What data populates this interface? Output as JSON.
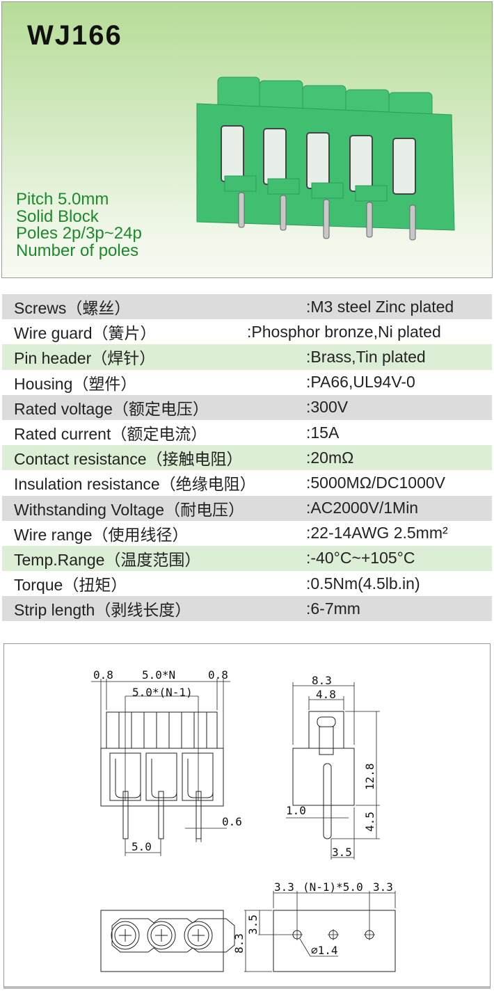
{
  "header": {
    "model": "WJ166",
    "features": [
      "Pitch 5.0mm",
      "Solid Block",
      "Poles  2p/3p~24p",
      "Number of poles"
    ]
  },
  "colors": {
    "feature_text": "#1b8a2a",
    "housing_green": "#3fbf6f",
    "row_gray": "#dcdcdc",
    "row_green": "#ddeed6"
  },
  "specs": [
    {
      "label": "Screws（螺丝）",
      "value": ":M3 steel Zinc plated"
    },
    {
      "label": "Wire guard（簧片）",
      "value": ":Phosphor bronze,Ni plated"
    },
    {
      "label": "Pin header（焊针）",
      "value": ":Brass,Tin plated"
    },
    {
      "label": "Housing（塑件）",
      "value": ":PA66,UL94V-0"
    },
    {
      "label": "Rated voltage（额定电压）",
      "value": ":300V"
    },
    {
      "label": "Rated current（额定电流）",
      "value": ":15A"
    },
    {
      "label": "Contact resistance（接触电阻）",
      "value": ":20mΩ"
    },
    {
      "label": "Insulation resistance（绝缘电阻）",
      "value": ":5000MΩ/DC1000V"
    },
    {
      "label": "Withstanding Voltage（耐电压）",
      "value": ":AC2000V/1Min"
    },
    {
      "label": "Wire range（使用线径）",
      "value": ":22-14AWG  2.5mm²"
    },
    {
      "label": "Temp.Range（温度范围）",
      "value": ":-40°C~+105°C"
    },
    {
      "label": "Torque（扭矩）",
      "value": ":0.5Nm(4.5lb.in)"
    },
    {
      "label": "Strip length（剥线长度）",
      "value": ":6-7mm"
    }
  ],
  "dims": {
    "front": {
      "edge_left": "0.8",
      "total": "5.0*N",
      "edge_right": "0.8",
      "span": "5.0*(N-1)",
      "pitch": "5.0",
      "pin": "0.6"
    },
    "side": {
      "width": "8.3",
      "top_width": "4.8",
      "height": "12.8",
      "pin_len": "4.5",
      "pin_w": "1.0",
      "pin_pos": "3.5"
    },
    "bottom": {
      "edge_left": "3.3",
      "span": "(N-1)*5.0",
      "edge_right": "3.3",
      "depth": "8.3",
      "hole_offset": "3.5",
      "hole_dia": "⌀1.4"
    }
  }
}
